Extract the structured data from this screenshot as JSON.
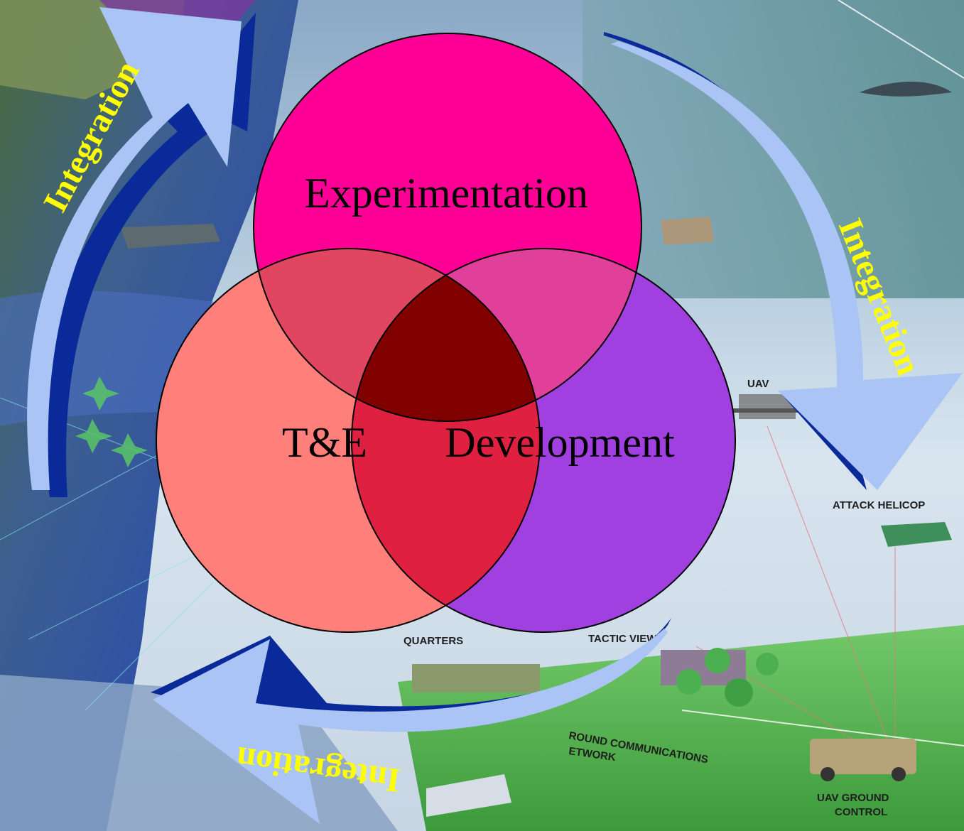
{
  "diagram": {
    "circles": [
      {
        "id": "experimentation",
        "label": "Experimentation",
        "color": "#ff0096"
      },
      {
        "id": "te",
        "label": "T&E",
        "color": "#ff7f7a"
      },
      {
        "id": "development",
        "label": "Development",
        "color": "#a040e0"
      }
    ],
    "overlap_colors": {
      "experimentation_te": "#e04660",
      "experimentation_development": "#e0409a",
      "te_development": "#e02040",
      "center": "#800000"
    },
    "arrows": [
      {
        "id": "left",
        "label": "Integration"
      },
      {
        "id": "right",
        "label": "Integration"
      },
      {
        "id": "bottom",
        "label": "Integration"
      }
    ],
    "arrow_fill": "#a9c4f5",
    "arrow_shadow": "#0a2a9a",
    "arrow_text_color": "#ffff00"
  },
  "background_labels": {
    "uav": "UAV",
    "attack_helicopter": "ATTACK HELICOP",
    "headquarters": "QUARTERS",
    "tactical_view": "TACTIC VIEW",
    "ground_comms": "ROUND COMMUNICATIONS",
    "network": "ETWORK",
    "uav_ground": "UAV GROUND",
    "control": "CONTROL"
  }
}
